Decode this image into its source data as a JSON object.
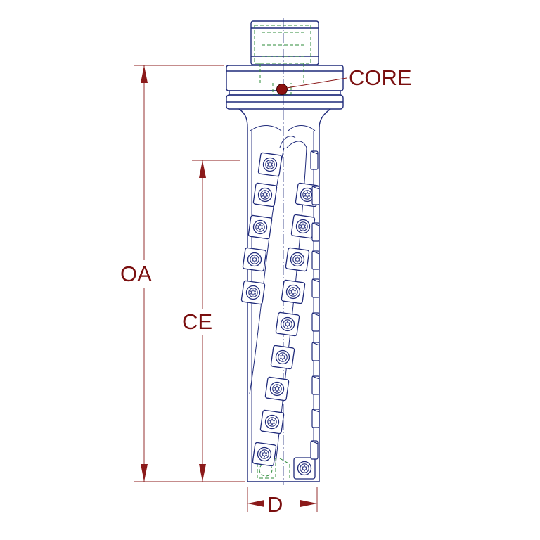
{
  "labels": {
    "core": "CORE",
    "overall_length": "OA",
    "cutting_edge": "CE",
    "diameter": "D"
  },
  "colors": {
    "outline": "#1f2a7a",
    "dimension": "#8b1a1a",
    "hidden_line": "#2e8b3a",
    "label_text": "#7a0f0f",
    "core_dot": "#8b1010"
  },
  "icons": {
    "screw": "torx-screw-icon",
    "core_marker": "core-marker-icon"
  }
}
